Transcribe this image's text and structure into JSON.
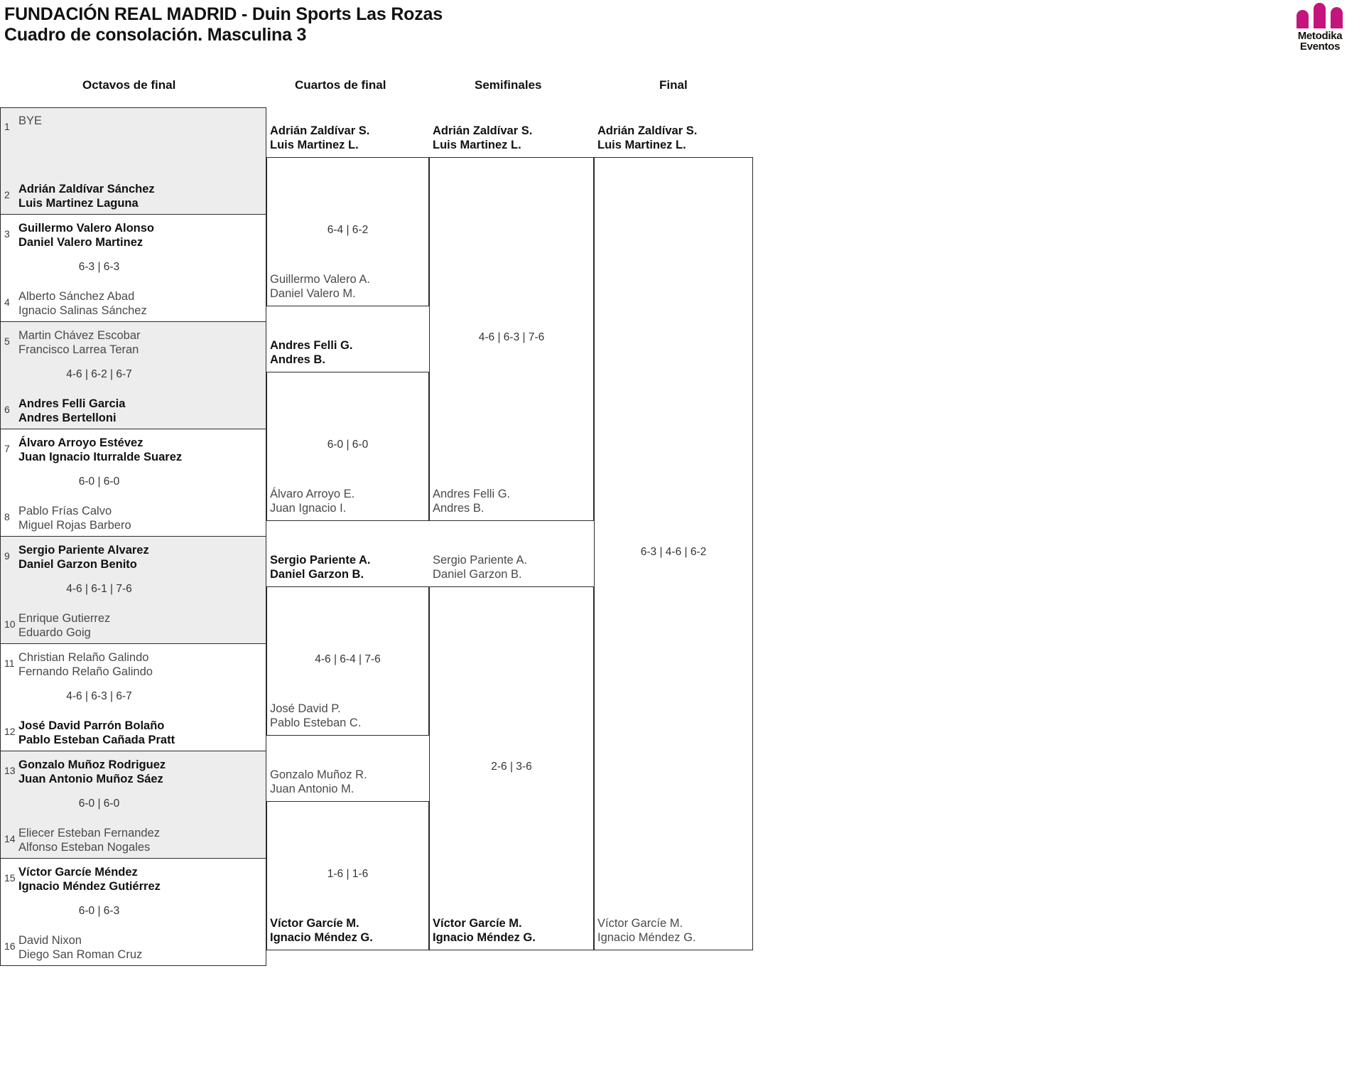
{
  "header": {
    "title_line1": "FUNDACIÓN REAL MADRID - Duin Sports Las Rozas",
    "title_line2": "Cuadro de consolación. Masculina 3",
    "logo_line1": "Metodika",
    "logo_line2": "Eventos",
    "logo_color": "#c4147e"
  },
  "rounds": [
    {
      "label": "Octavos de final"
    },
    {
      "label": "Cuartos de final"
    },
    {
      "label": "Semifinales"
    },
    {
      "label": "Final"
    }
  ],
  "round16": {
    "matches": [
      {
        "shaded": true,
        "top": {
          "seed": "1",
          "p1": "BYE",
          "p2": "",
          "winner": false
        },
        "bottom": {
          "seed": "2",
          "p1": "Adrián Zaldívar Sánchez",
          "p2": "Luis Martinez Laguna",
          "winner": true
        },
        "score": ""
      },
      {
        "shaded": false,
        "top": {
          "seed": "3",
          "p1": "Guillermo Valero Alonso",
          "p2": "Daniel Valero Martinez",
          "winner": true
        },
        "bottom": {
          "seed": "4",
          "p1": "Alberto Sánchez Abad",
          "p2": "Ignacio Salinas Sánchez",
          "winner": false
        },
        "score": "6-3 | 6-3"
      },
      {
        "shaded": true,
        "top": {
          "seed": "5",
          "p1": "Martin Chávez Escobar",
          "p2": "Francisco Larrea Teran",
          "winner": false
        },
        "bottom": {
          "seed": "6",
          "p1": "Andres Felli Garcia",
          "p2": "Andres Bertelloni",
          "winner": true
        },
        "score": "4-6 | 6-2 | 6-7"
      },
      {
        "shaded": false,
        "top": {
          "seed": "7",
          "p1": "Álvaro Arroyo Estévez",
          "p2": "Juan Ignacio Iturralde Suarez",
          "winner": true
        },
        "bottom": {
          "seed": "8",
          "p1": "Pablo Frías Calvo",
          "p2": "Miguel Rojas Barbero",
          "winner": false
        },
        "score": "6-0 | 6-0"
      },
      {
        "shaded": true,
        "top": {
          "seed": "9",
          "p1": "Sergio Pariente Alvarez",
          "p2": "Daniel Garzon Benito",
          "winner": true
        },
        "bottom": {
          "seed": "10",
          "p1": "Enrique Gutierrez",
          "p2": "Eduardo Goig",
          "winner": false
        },
        "score": "4-6 | 6-1 | 7-6"
      },
      {
        "shaded": false,
        "top": {
          "seed": "11",
          "p1": "Christian Relaño Galindo",
          "p2": "Fernando Relaño Galindo",
          "winner": false
        },
        "bottom": {
          "seed": "12",
          "p1": "José David Parrón Bolaño",
          "p2": "Pablo Esteban Cañada Pratt",
          "winner": true
        },
        "score": "4-6 | 6-3 | 6-7"
      },
      {
        "shaded": true,
        "top": {
          "seed": "13",
          "p1": "Gonzalo Muñoz Rodriguez",
          "p2": "Juan Antonio Muñoz Sáez",
          "winner": true
        },
        "bottom": {
          "seed": "14",
          "p1": "Eliecer Esteban Fernandez",
          "p2": "Alfonso Esteban Nogales",
          "winner": false
        },
        "score": "6-0 | 6-0"
      },
      {
        "shaded": false,
        "top": {
          "seed": "15",
          "p1": "Víctor Garcíe Méndez",
          "p2": "Ignacio Méndez Gutiérrez",
          "winner": true
        },
        "bottom": {
          "seed": "16",
          "p1": "David Nixon",
          "p2": "Diego San Roman Cruz",
          "winner": false
        },
        "score": "6-0 | 6-3"
      }
    ]
  },
  "quarterfinals": {
    "matches": [
      {
        "top": {
          "p1": "Adrián Zaldívar S.",
          "p2": "Luis Martinez L.",
          "winner": true
        },
        "bottom": {
          "p1": "Guillermo Valero A.",
          "p2": "Daniel Valero M.",
          "winner": false
        },
        "score": "6-4 | 6-2"
      },
      {
        "top": {
          "p1": "Andres Felli G.",
          "p2": "Andres B.",
          "winner": true
        },
        "bottom": {
          "p1": "Álvaro Arroyo E.",
          "p2": "Juan Ignacio I.",
          "winner": false
        },
        "score": "6-0 | 6-0"
      },
      {
        "top": {
          "p1": "Sergio Pariente A.",
          "p2": "Daniel Garzon B.",
          "winner": true
        },
        "bottom": {
          "p1": "José David P.",
          "p2": "Pablo Esteban C.",
          "winner": false
        },
        "score": "4-6 | 6-4 | 7-6"
      },
      {
        "top": {
          "p1": "Gonzalo Muñoz R.",
          "p2": "Juan Antonio M.",
          "winner": false
        },
        "bottom": {
          "p1": "Víctor Garcíe M.",
          "p2": "Ignacio Méndez G.",
          "winner": true
        },
        "score": "1-6 | 1-6"
      }
    ]
  },
  "semifinals": {
    "matches": [
      {
        "top": {
          "p1": "Adrián Zaldívar S.",
          "p2": "Luis Martinez L.",
          "winner": true
        },
        "bottom": {
          "p1": "Andres Felli G.",
          "p2": "Andres B.",
          "winner": false
        },
        "score": "4-6 | 6-3 | 7-6"
      },
      {
        "top": {
          "p1": "Sergio Pariente A.",
          "p2": "Daniel Garzon B.",
          "winner": false
        },
        "bottom": {
          "p1": "Víctor Garcíe M.",
          "p2": "Ignacio Méndez G.",
          "winner": true
        },
        "score": "2-6 | 3-6"
      }
    ]
  },
  "final": {
    "matches": [
      {
        "top": {
          "p1": "Adrián Zaldívar S.",
          "p2": "Luis Martinez L.",
          "winner": true
        },
        "bottom": {
          "p1": "Víctor Garcíe M.",
          "p2": "Ignacio Méndez G.",
          "winner": false
        },
        "score": "6-3 | 4-6 | 6-2"
      }
    ]
  }
}
